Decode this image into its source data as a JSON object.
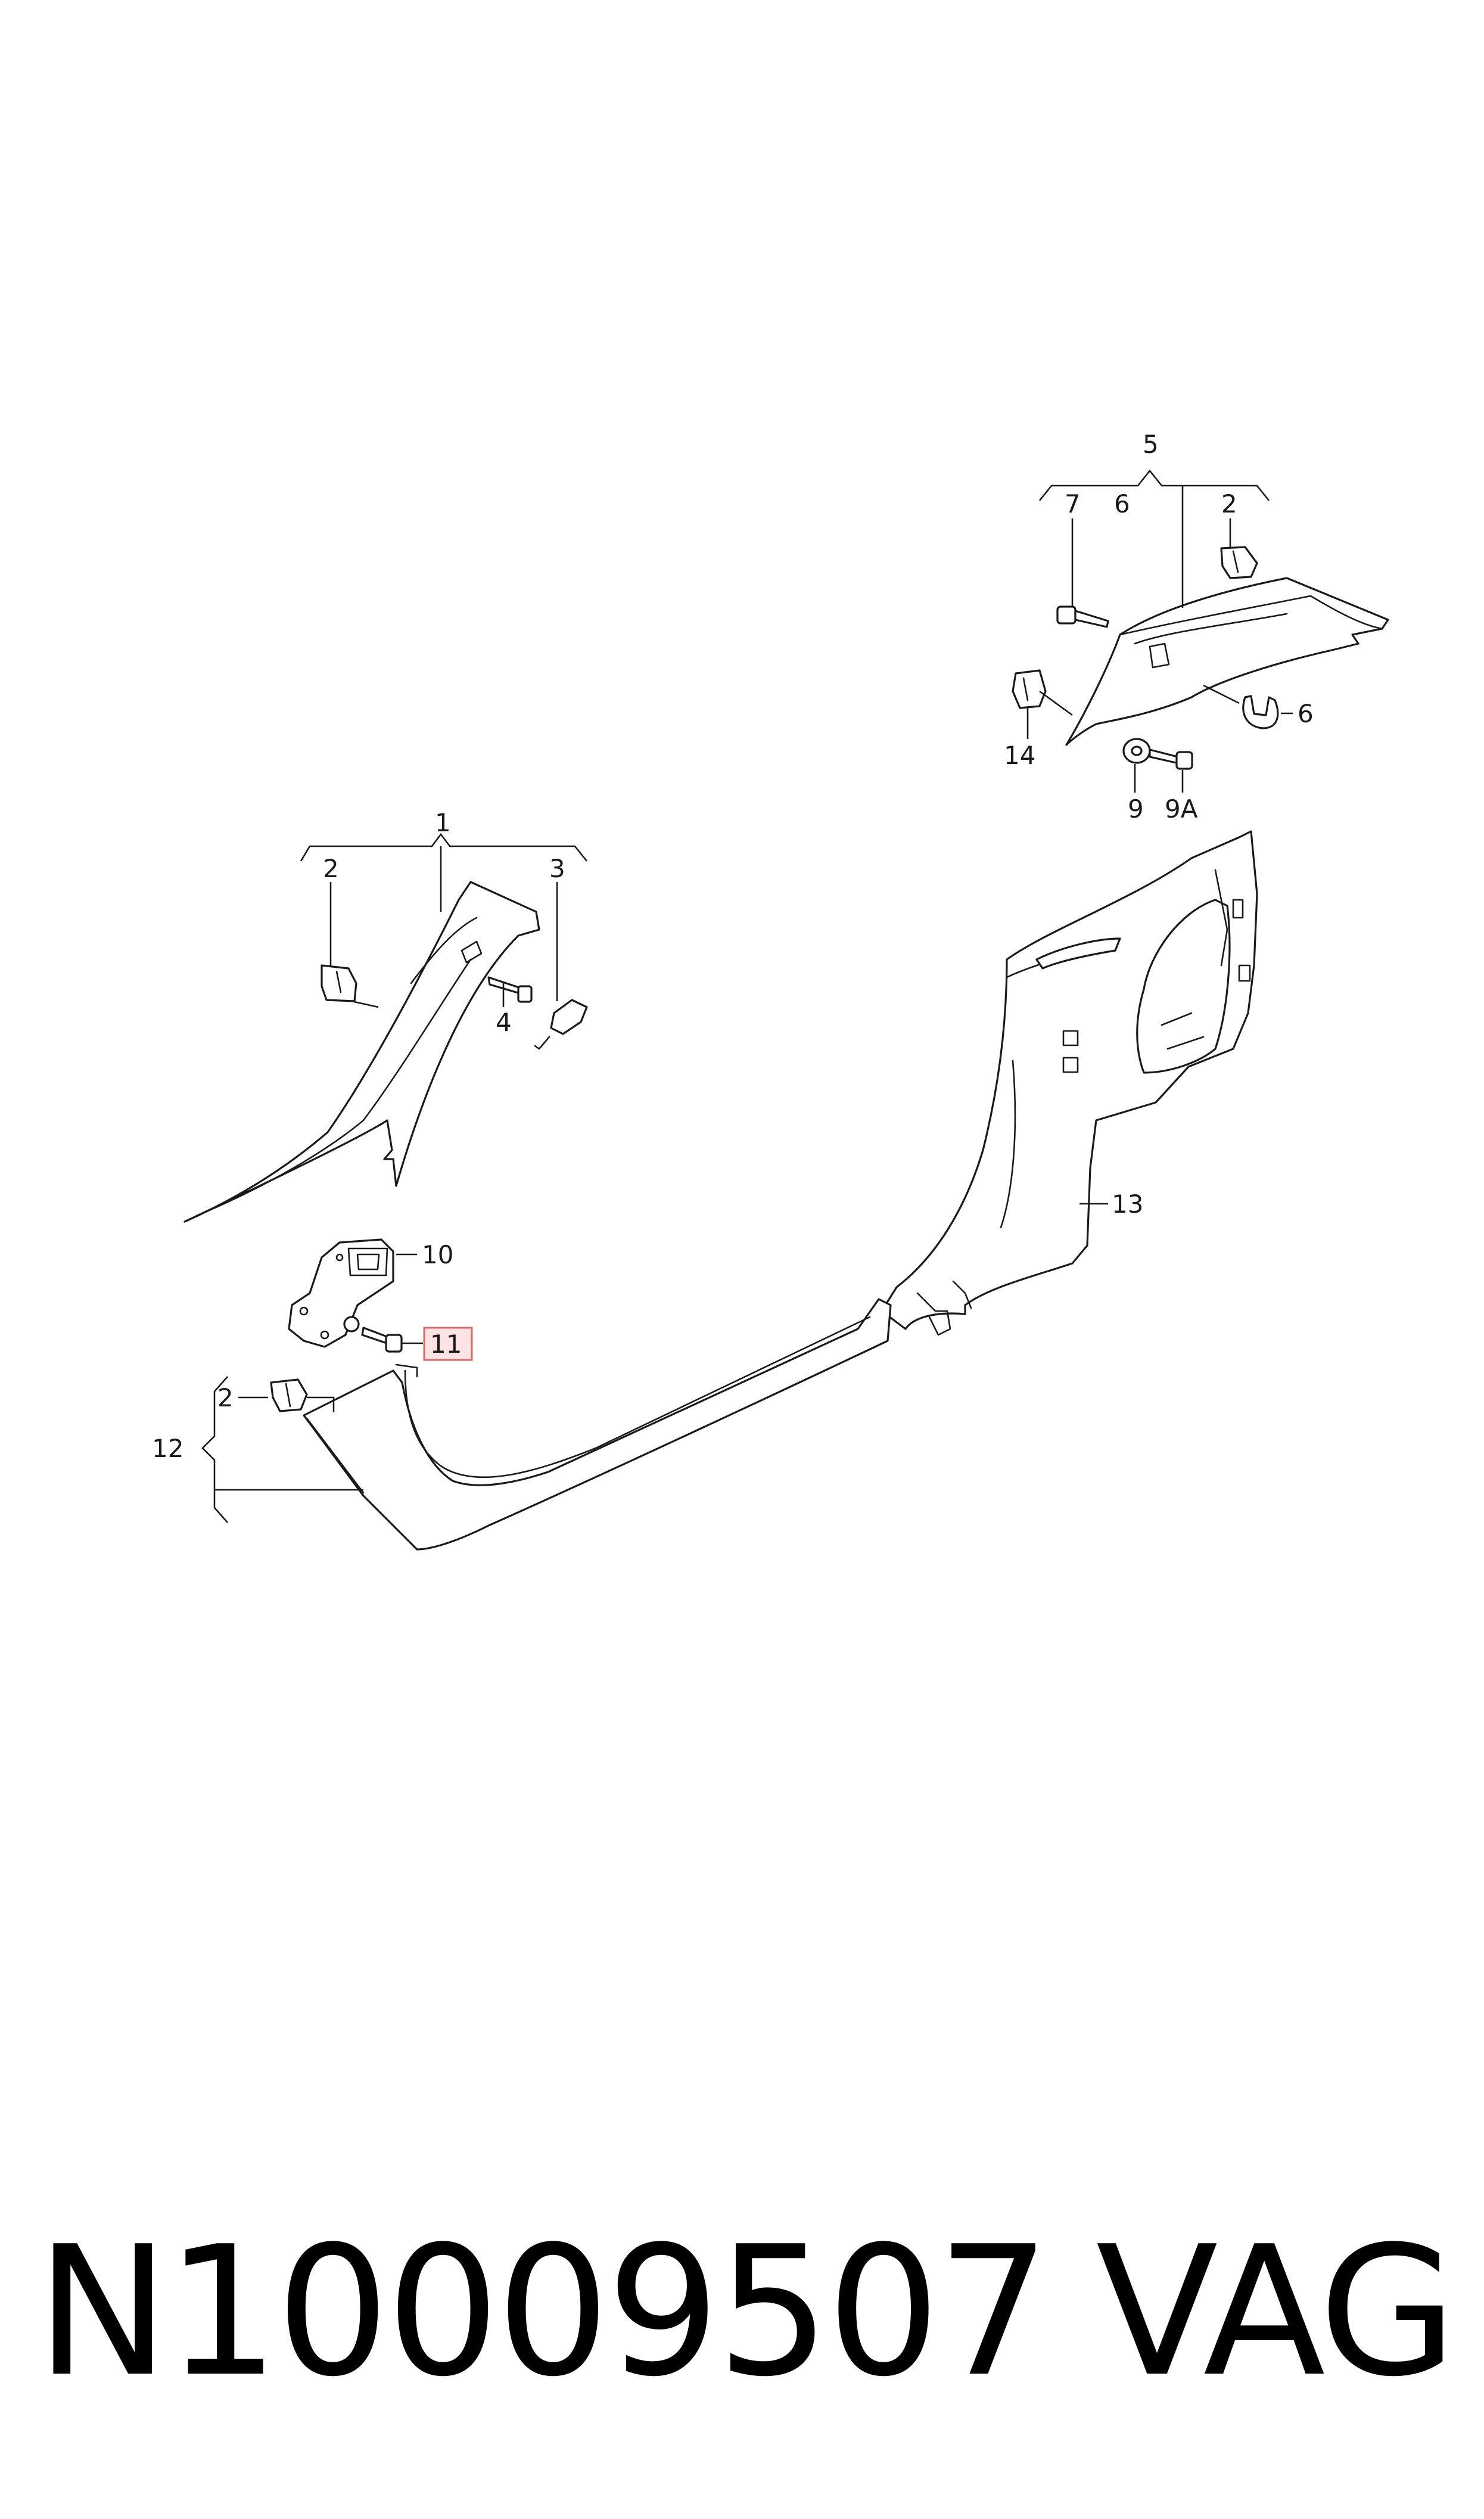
{
  "callouts": {
    "c1": "1",
    "c2a": "2",
    "c3": "3",
    "c4": "4",
    "c5": "5",
    "c6a": "6",
    "c7": "7",
    "c2b": "2",
    "c6b": "6",
    "c14": "14",
    "c9": "9",
    "c9a": "9A",
    "c10": "10",
    "c11": "11",
    "c13": "13",
    "c12": "12",
    "c2c": "2"
  },
  "highlight": {
    "callout": "11",
    "fill": "#fde3e3",
    "border": "#d66a6a"
  },
  "footer": {
    "part_number": "N10009507",
    "brand": "VAG"
  }
}
